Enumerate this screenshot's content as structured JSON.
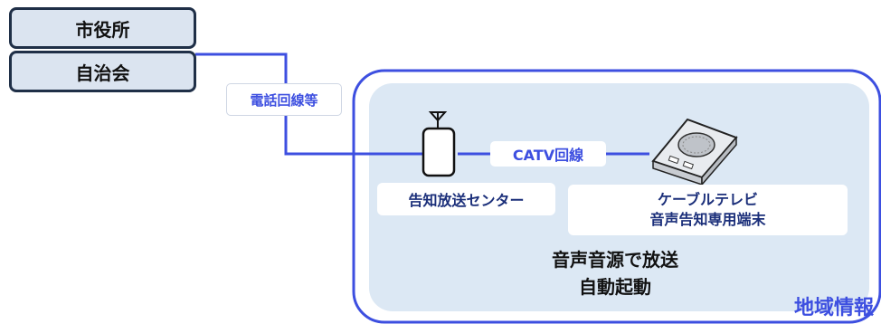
{
  "nodes": {
    "city_hall": "市役所",
    "neighborhood_assoc": "自治会",
    "broadcast_center": "告知放送センター",
    "terminal_line1": "ケーブルテレビ",
    "terminal_line2": "音声告知専用端末"
  },
  "links": {
    "phone_line": "電話回線等",
    "catv_line": "CATV回線"
  },
  "notes": {
    "broadcast_line1": "音声音源で放送",
    "broadcast_line2": "自動起動"
  },
  "region": {
    "title": "地域情報"
  },
  "colors": {
    "box_fill": "#dbe4f0",
    "box_border": "#1f2f47",
    "wire": "#3d4fe0",
    "region_fill": "#dce8f4",
    "region_border": "#3d4fe0"
  }
}
